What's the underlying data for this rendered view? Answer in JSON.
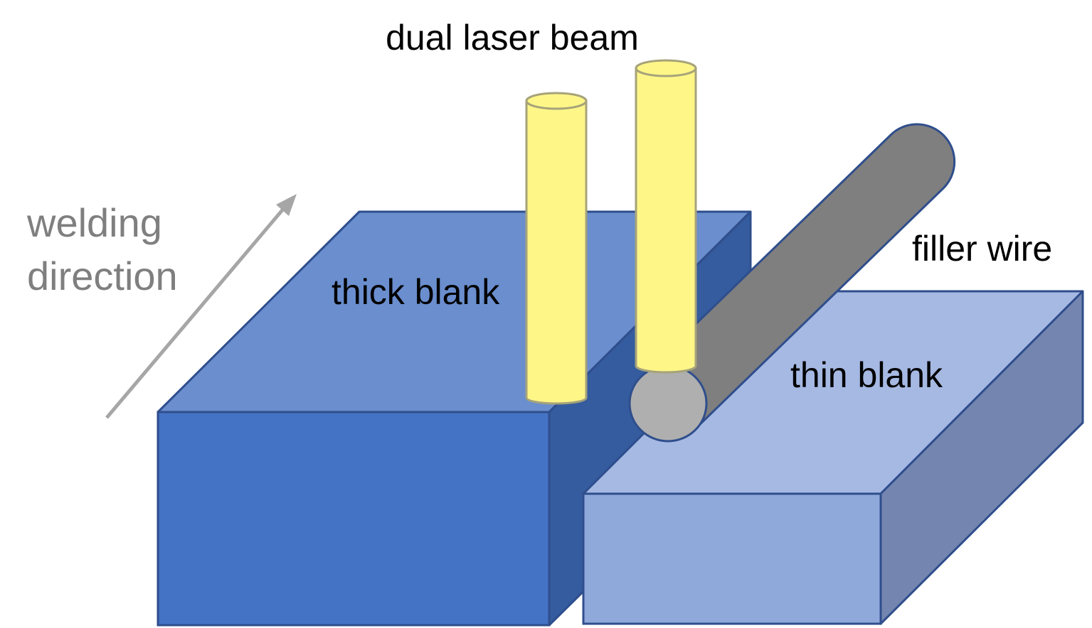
{
  "labels": {
    "beam": "dual laser beam",
    "direction_line1": "welding",
    "direction_line2": "direction",
    "thick": "thick blank",
    "thin": "thin blank",
    "wire": "filler wire"
  },
  "colors": {
    "thick_top": "#6A8ECE",
    "thick_front": "#4472C4",
    "thick_side": "#345C9E",
    "thin_top": "#A6B9E3",
    "thin_front": "#8FA9DA",
    "thin_side": "#7486B0",
    "block_edge": "#2F4E8C",
    "beam_fill": "#FFF688",
    "beam_edge": "#A6A37A",
    "wire_body": "#7F7F7F",
    "wire_end": "#AFAFAF",
    "wire_edge": "#2F4E8C",
    "arrow": "#A6A6A6",
    "text_dark": "#000000",
    "text_gray": "#7F7F7F"
  }
}
